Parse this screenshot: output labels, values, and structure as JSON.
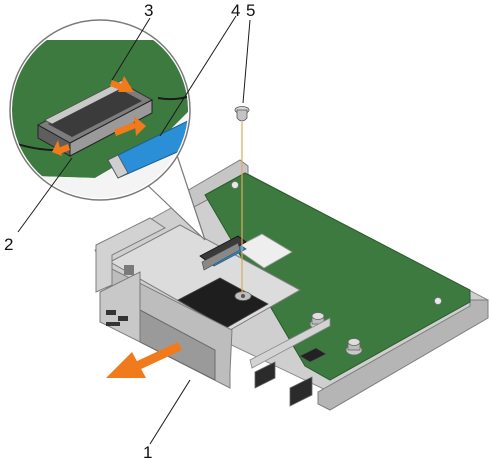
{
  "callouts": [
    {
      "id": "1",
      "label": "1"
    },
    {
      "id": "2",
      "label": "2"
    },
    {
      "id": "3",
      "label": "3"
    },
    {
      "id": "4",
      "label": "4"
    },
    {
      "id": "5",
      "label": "5"
    }
  ],
  "colors": {
    "board_green": "#3d7a3f",
    "board_green_dark": "#2f6431",
    "metal_light": "#d9d9d9",
    "metal_mid": "#bdbdbd",
    "metal_dark": "#8c8c8c",
    "cable_blue": "#2a8fd6",
    "arrow_orange": "#f07a1c",
    "screw_line": "#e0a860"
  }
}
